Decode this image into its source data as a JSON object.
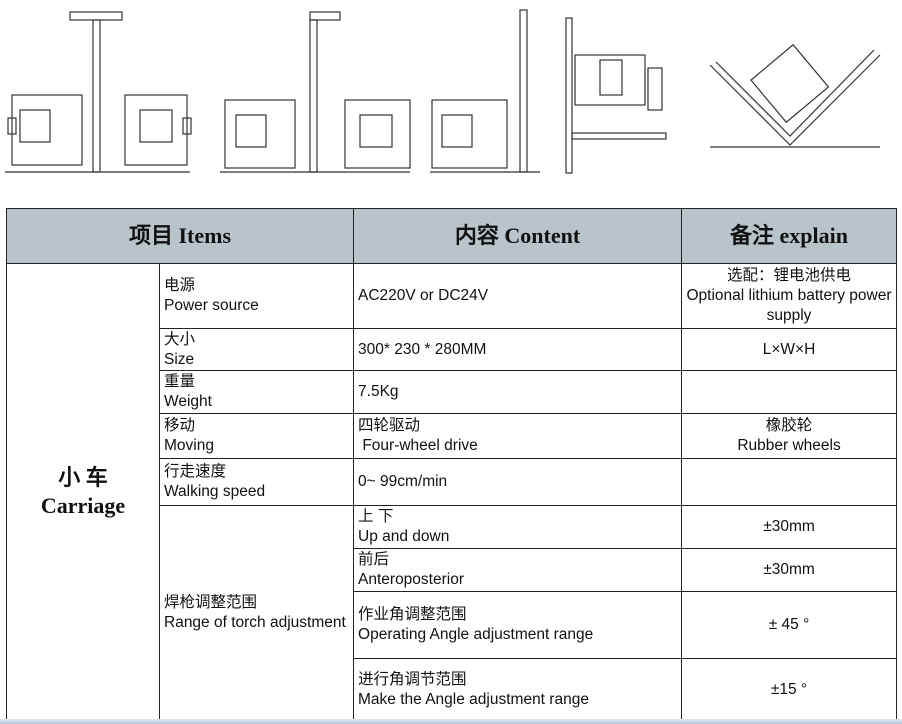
{
  "header": {
    "items": "项目 Items",
    "content": "内容 Content",
    "explain": "备注 explain"
  },
  "category": {
    "cn": "小 车",
    "en": "Carriage"
  },
  "torch_group": {
    "cn": "焊枪调整范围",
    "en": "Range of torch adjustment"
  },
  "rows": [
    {
      "cn": "电源",
      "en": "Power source",
      "content": "AC220V or DC24V",
      "explain_cn": "选配：锂电池供电",
      "explain_en": "Optional lithium battery power supply"
    },
    {
      "cn": "大小",
      "en": "Size",
      "content": "300* 230 * 280MM",
      "explain": "L×W×H"
    },
    {
      "cn": "重量",
      "en": "Weight",
      "content": "7.5Kg",
      "explain": ""
    },
    {
      "content_cn": "移动",
      "content_en": "Moving",
      "c_cn": "四轮驱动",
      "c_en": "Four-wheel drive",
      "explain_cn": "橡胶轮",
      "explain_en": "Rubber wheels"
    },
    {
      "cn": "行走速度",
      "en": "Walking speed",
      "content": "0~  99cm/min",
      "explain": ""
    },
    {
      "cn": "上 下",
      "en": "Up and down",
      "explain": "±30mm"
    },
    {
      "cn": "前后",
      "en": "Anteroposterior",
      "explain": "±30mm"
    },
    {
      "cn": "作业角调整范围",
      "en": "Operating Angle adjustment range",
      "explain": "± 45 °"
    },
    {
      "cn": "进行角调节范围",
      "en": "Make the Angle adjustment range",
      "explain": "±15 °"
    }
  ]
}
